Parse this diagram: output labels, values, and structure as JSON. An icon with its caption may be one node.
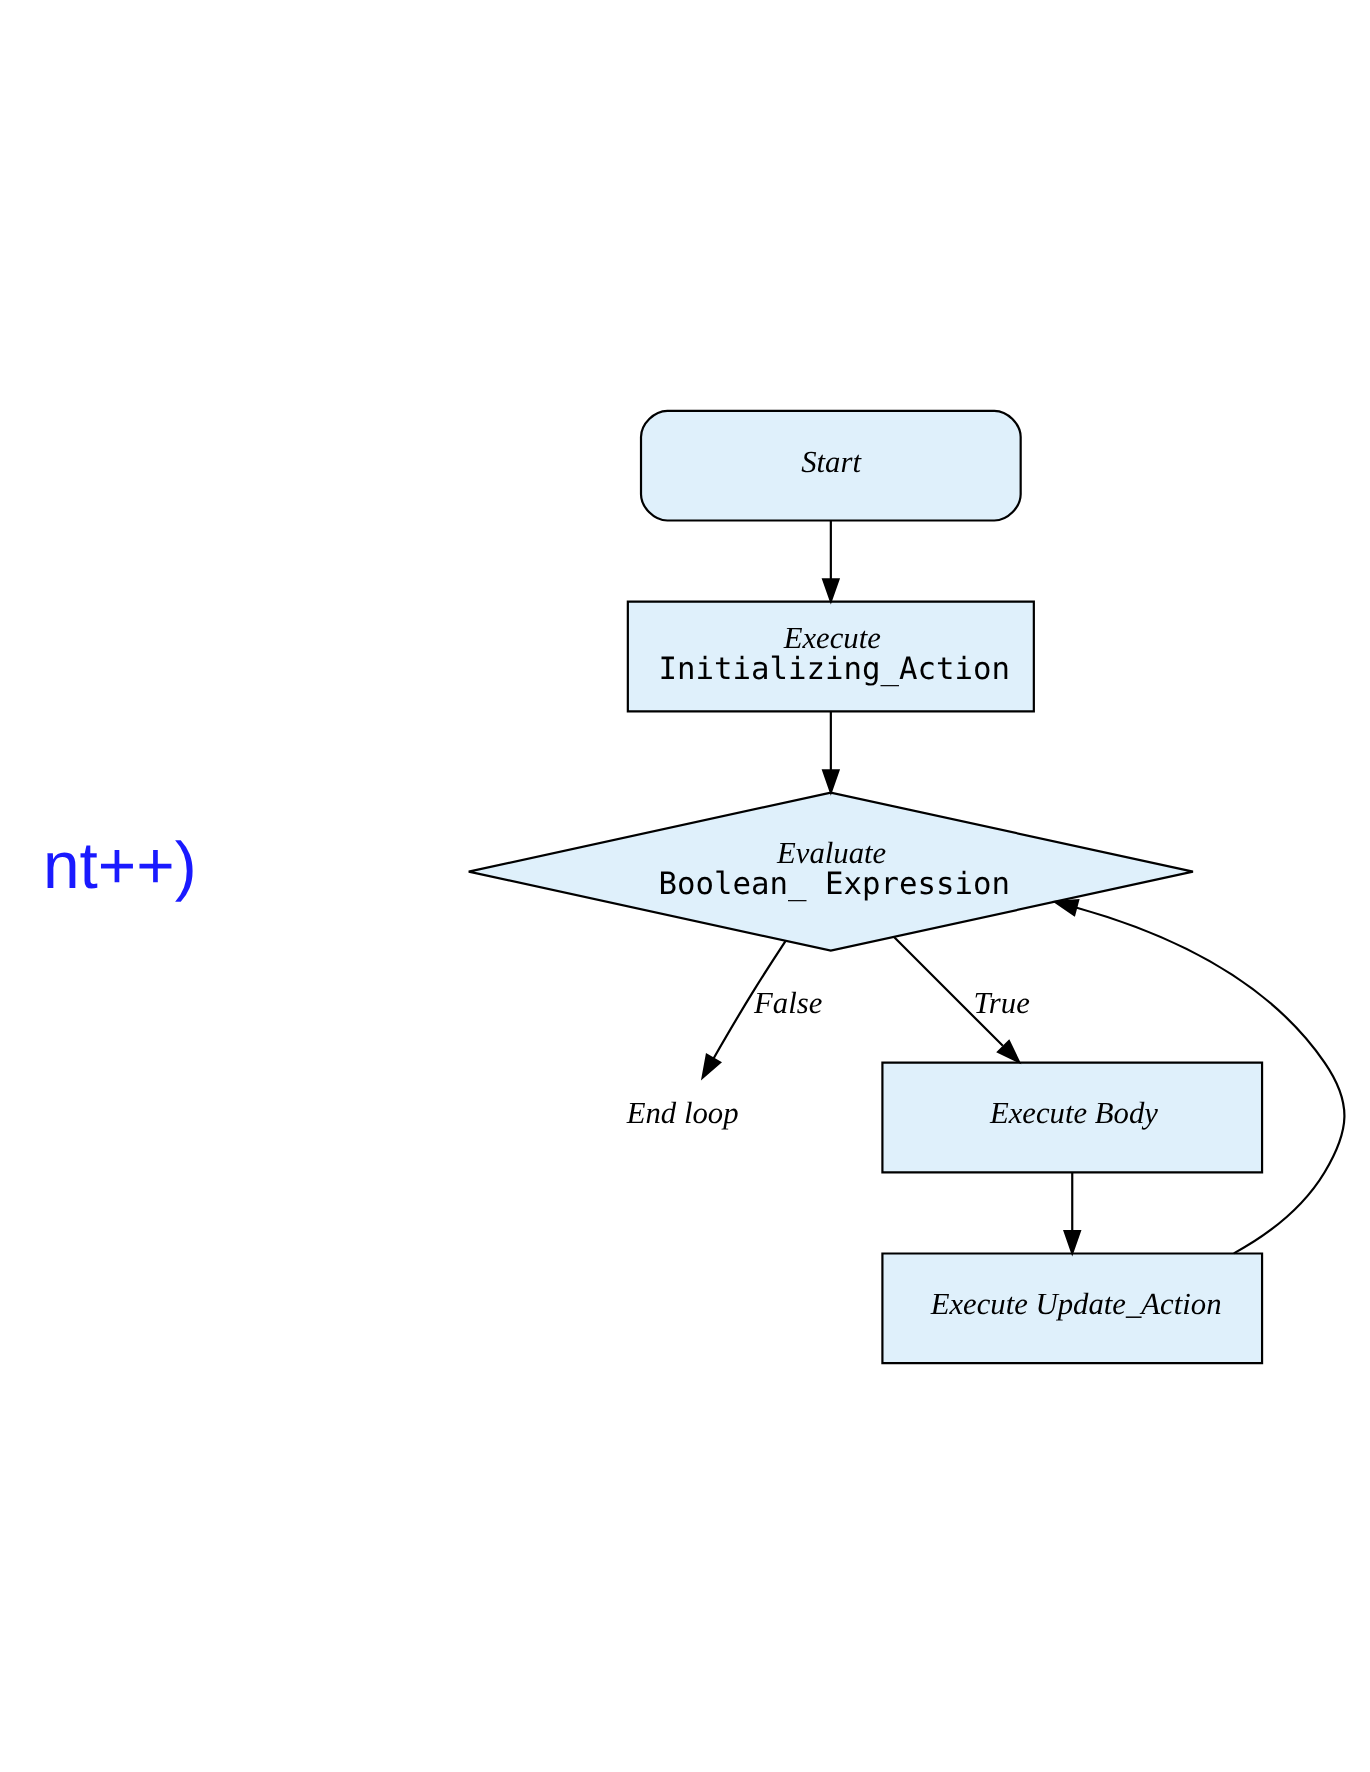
{
  "diagram": {
    "nodes": [
      {
        "text": [
          "Start"
        ]
      },
      {
        "text": [
          "Execute",
          "Initializing_Action"
        ]
      },
      {
        "text": [
          "Evaluate",
          "Boolean_ Expression"
        ]
      },
      {
        "text": [
          "End loop"
        ]
      },
      {
        "text": [
          "Execute Body"
        ]
      },
      {
        "text": [
          "Execute Update_Action"
        ]
      }
    ],
    "edges": [
      {
        "from": 0,
        "to": 1,
        "arrow": "to"
      },
      {
        "from": 1,
        "to": 2,
        "arrow": "to"
      },
      {
        "from": 2,
        "to": 4,
        "arrow": "to",
        "label": "True"
      },
      {
        "from": 2,
        "to": 3,
        "arrow": "to",
        "label": "False"
      },
      {
        "from": 4,
        "to": 5,
        "arrow": "to"
      },
      {
        "from": 5,
        "to": 2,
        "arrow": "to"
      }
    ],
    "labels": [
      "nt++)"
    ]
  }
}
